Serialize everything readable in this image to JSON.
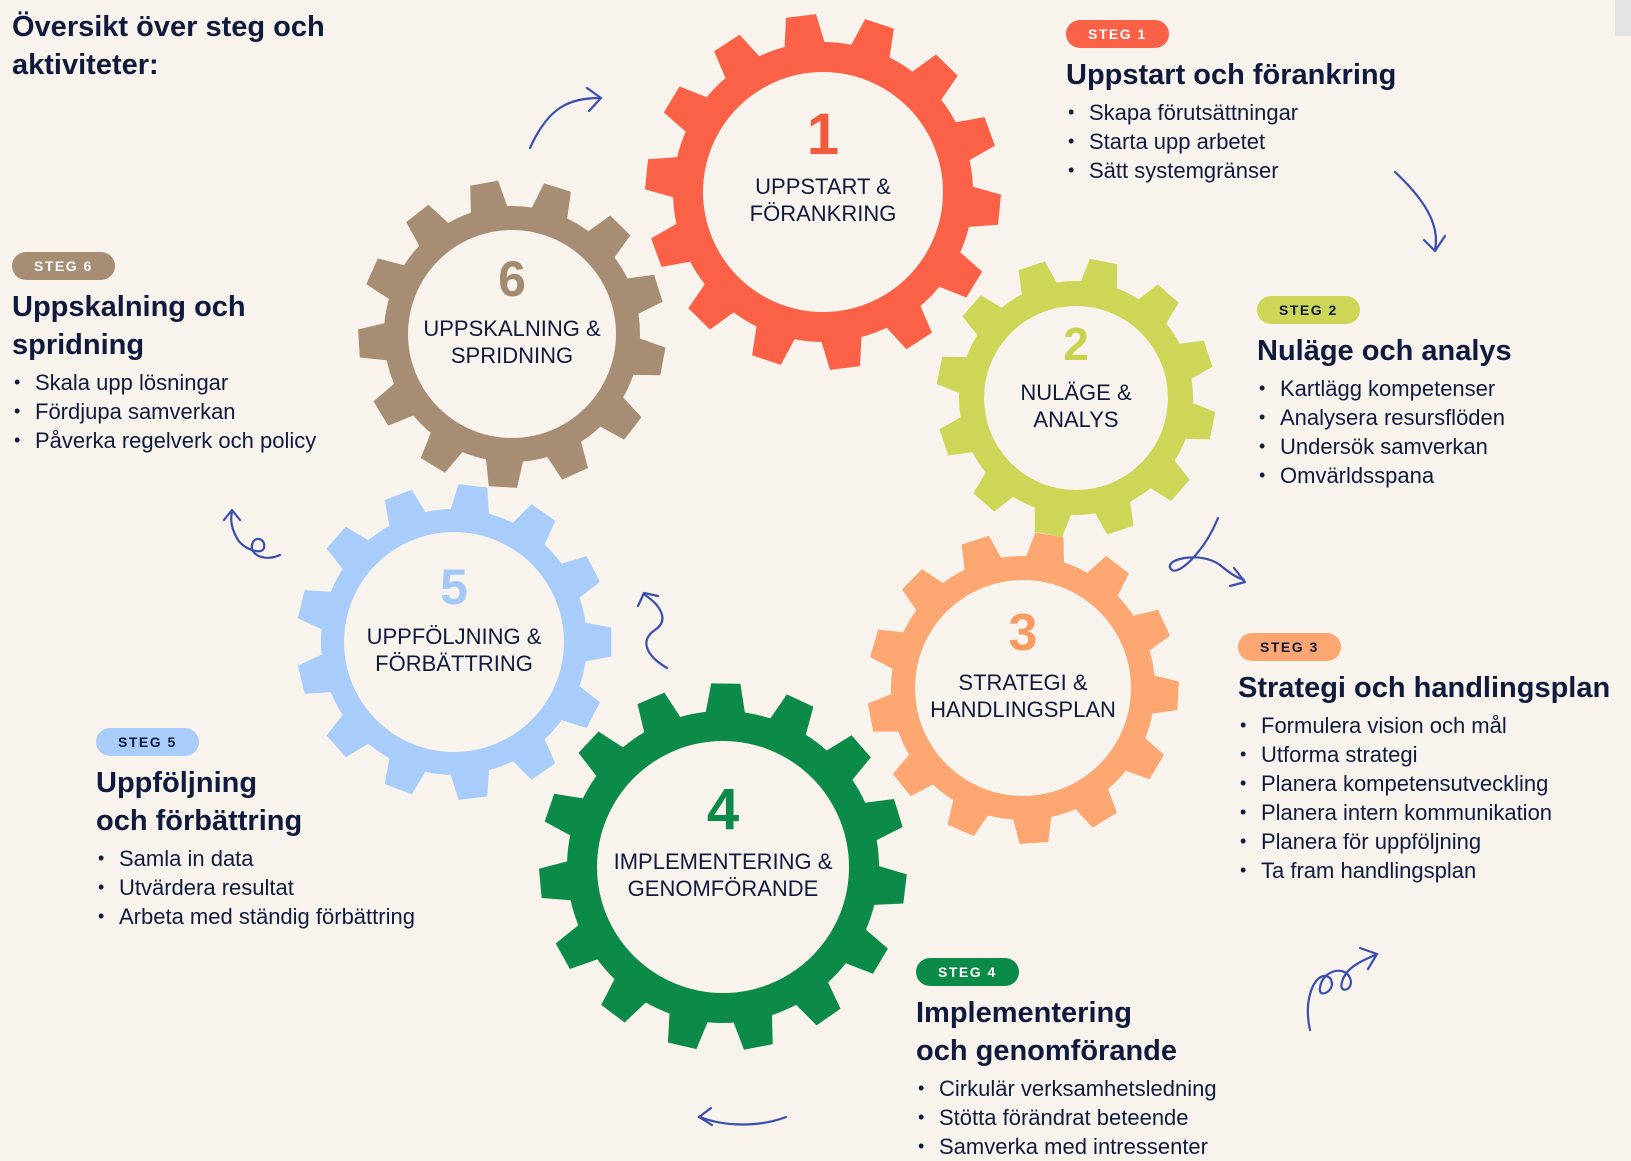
{
  "title": "Översikt över steg och aktiviteter:",
  "colors": {
    "background": "#f8f3ec",
    "text": "#0f1a3d",
    "arrows": "#3a4db0"
  },
  "gears": [
    {
      "number": "1",
      "line1": "UPPSTART &",
      "line2": "FÖRANKRING",
      "color": "#fa6146",
      "num_color": "#f25a3c"
    },
    {
      "number": "2",
      "line1": "NULÄGE &",
      "line2": "ANALYS",
      "color": "#cdd656",
      "num_color": "#c9d24f"
    },
    {
      "number": "3",
      "line1": "STRATEGI &",
      "line2": "HANDLINGSPLAN",
      "color": "#fca772",
      "num_color": "#f99b60"
    },
    {
      "number": "4",
      "line1": "IMPLEMENTERING &",
      "line2": "GENOMFÖRANDE",
      "color": "#0b8a48",
      "num_color": "#0b8a48"
    },
    {
      "number": "5",
      "line1": "UPPFÖLJNING &",
      "line2": "FÖRBÄTTRING",
      "color": "#a8cdfa",
      "num_color": "#a3c8f7"
    },
    {
      "number": "6",
      "line1": "UPPSKALNING &",
      "line2": "SPRIDNING",
      "color": "#a68d74",
      "num_color": "#a38a70"
    }
  ],
  "steps": [
    {
      "badge": "STEG 1",
      "badge_bg": "#fa6146",
      "badge_fg": "#ffffff",
      "title": "Uppstart och förankring",
      "items": [
        "Skapa förutsättningar",
        "Starta upp arbetet",
        "Sätt systemgränser"
      ]
    },
    {
      "badge": "STEG 2",
      "badge_bg": "#cdd656",
      "badge_fg": "#0f1a3d",
      "title": "Nuläge och analys",
      "items": [
        "Kartlägg kompetenser",
        "Analysera resursflöden",
        "Undersök samverkan",
        "Omvärldsspana"
      ]
    },
    {
      "badge": "STEG 3",
      "badge_bg": "#fca772",
      "badge_fg": "#0f1a3d",
      "title": "Strategi och handlingsplan",
      "items": [
        "Formulera vision och mål",
        "Utforma strategi",
        "Planera kompetensutveckling",
        "Planera intern kommunikation",
        "Planera för uppföljning",
        "Ta fram handlingsplan"
      ]
    },
    {
      "badge": "STEG 4",
      "badge_bg": "#0b8a48",
      "badge_fg": "#ffffff",
      "title_line1": "Implementering",
      "title_line2": "och genomförande",
      "items": [
        "Cirkulär verksamhetsledning",
        "Stötta förändrat beteende",
        "Samverka med intressenter"
      ]
    },
    {
      "badge": "STEG 5",
      "badge_bg": "#a8cdfa",
      "badge_fg": "#0f1a3d",
      "title_line1": "Uppföljning",
      "title_line2": "och förbättring",
      "items": [
        "Samla in data",
        "Utvärdera resultat",
        "Arbeta med ständig förbättring"
      ]
    },
    {
      "badge": "STEG 6",
      "badge_bg": "#a68d74",
      "badge_fg": "#ffffff",
      "title_line1": "Uppskalning och",
      "title_line2": "spridning",
      "items": [
        "Skala upp lösningar",
        "Fördjupa samverkan",
        "Påverka regelverk och policy"
      ]
    }
  ]
}
